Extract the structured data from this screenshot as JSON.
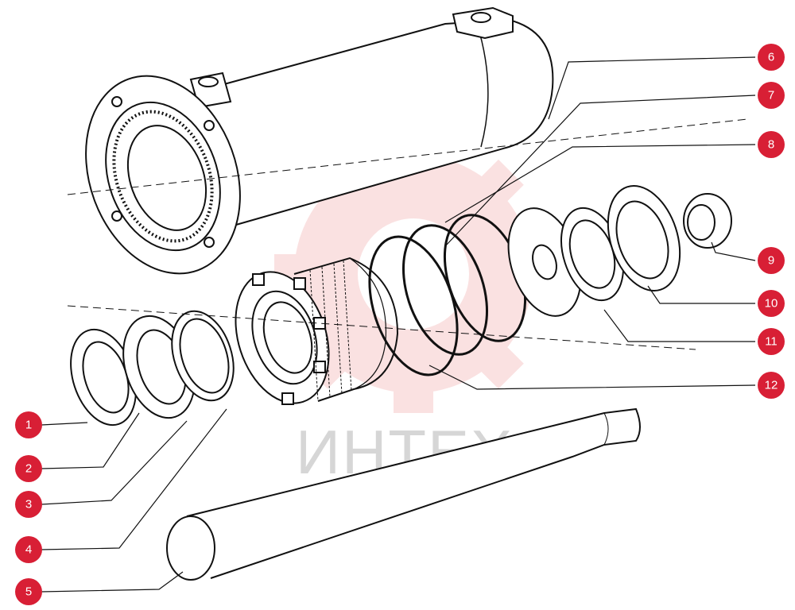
{
  "watermark": {
    "text": "ИНТЕХ"
  },
  "callouts": [
    {
      "label": "1"
    },
    {
      "label": "2"
    },
    {
      "label": "3"
    },
    {
      "label": "4"
    },
    {
      "label": "5"
    },
    {
      "label": "6"
    },
    {
      "label": "7"
    },
    {
      "label": "8"
    },
    {
      "label": "9"
    },
    {
      "label": "10"
    },
    {
      "label": "11"
    },
    {
      "label": "12"
    }
  ],
  "colors": {
    "badge": "#d81f35",
    "line": "#111111",
    "watermark_gear": "#f6c9c9"
  }
}
